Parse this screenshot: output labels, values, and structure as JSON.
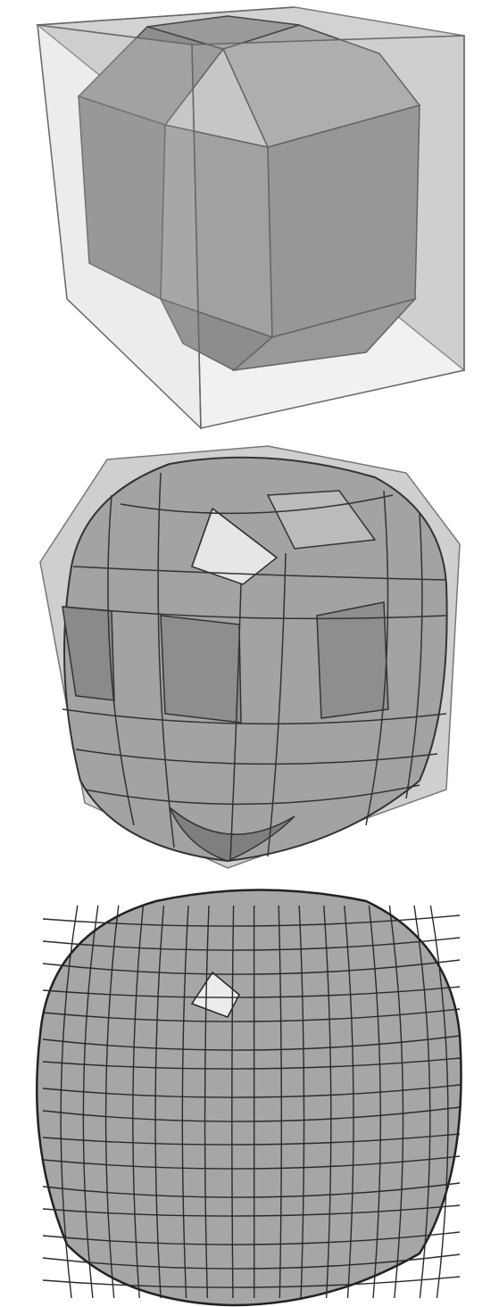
{
  "figure": {
    "panels": [
      {
        "stage": "initial-cage",
        "subdivision_level": 0
      },
      {
        "stage": "subdivided-once",
        "subdivision_level": 1
      },
      {
        "stage": "subdivided-twice",
        "subdivision_level": 2
      }
    ],
    "colors": {
      "background": "#ffffff",
      "cage_fill": "#c4c4c4",
      "cage_stroke": "#6a6a6a",
      "face_dark": "#8a8a8a",
      "face_mid": "#9e9e9e",
      "face_light": "#b6b6b6",
      "face_highlight": "#e4e4e4",
      "edge": "#3a3a3a"
    }
  }
}
